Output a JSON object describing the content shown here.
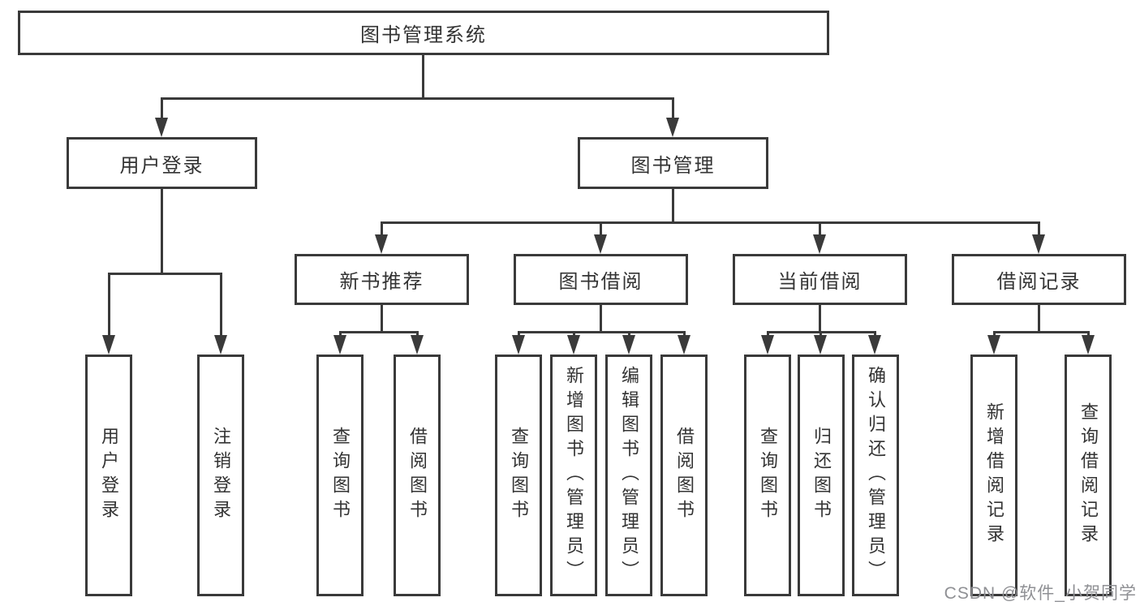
{
  "tree": {
    "root": {
      "label": "图书管理系统"
    },
    "level2": [
      {
        "label": "用户登录",
        "children": [
          "用户登录",
          "注销登录"
        ]
      },
      {
        "label": "图书管理"
      }
    ],
    "level3": [
      {
        "label": "新书推荐",
        "children": [
          "查询图书",
          "借阅图书"
        ]
      },
      {
        "label": "图书借阅",
        "children": [
          "查询图书",
          "新增图书（管理员）",
          "编辑图书（管理员）",
          "借阅图书"
        ]
      },
      {
        "label": "当前借阅",
        "children": [
          "查询图书",
          "归还图书",
          "确认归还（管理员）"
        ]
      },
      {
        "label": "借阅记录",
        "children": [
          "新增借阅记录",
          "查询借阅记录"
        ]
      }
    ]
  },
  "watermark": "CSDN @软件_小贺同学",
  "colors": {
    "box_border": "#3a3a3a",
    "connector_line": "#3a3a3a",
    "text": "#333333",
    "background": "#ffffff",
    "watermark_text": "#8f9094"
  }
}
